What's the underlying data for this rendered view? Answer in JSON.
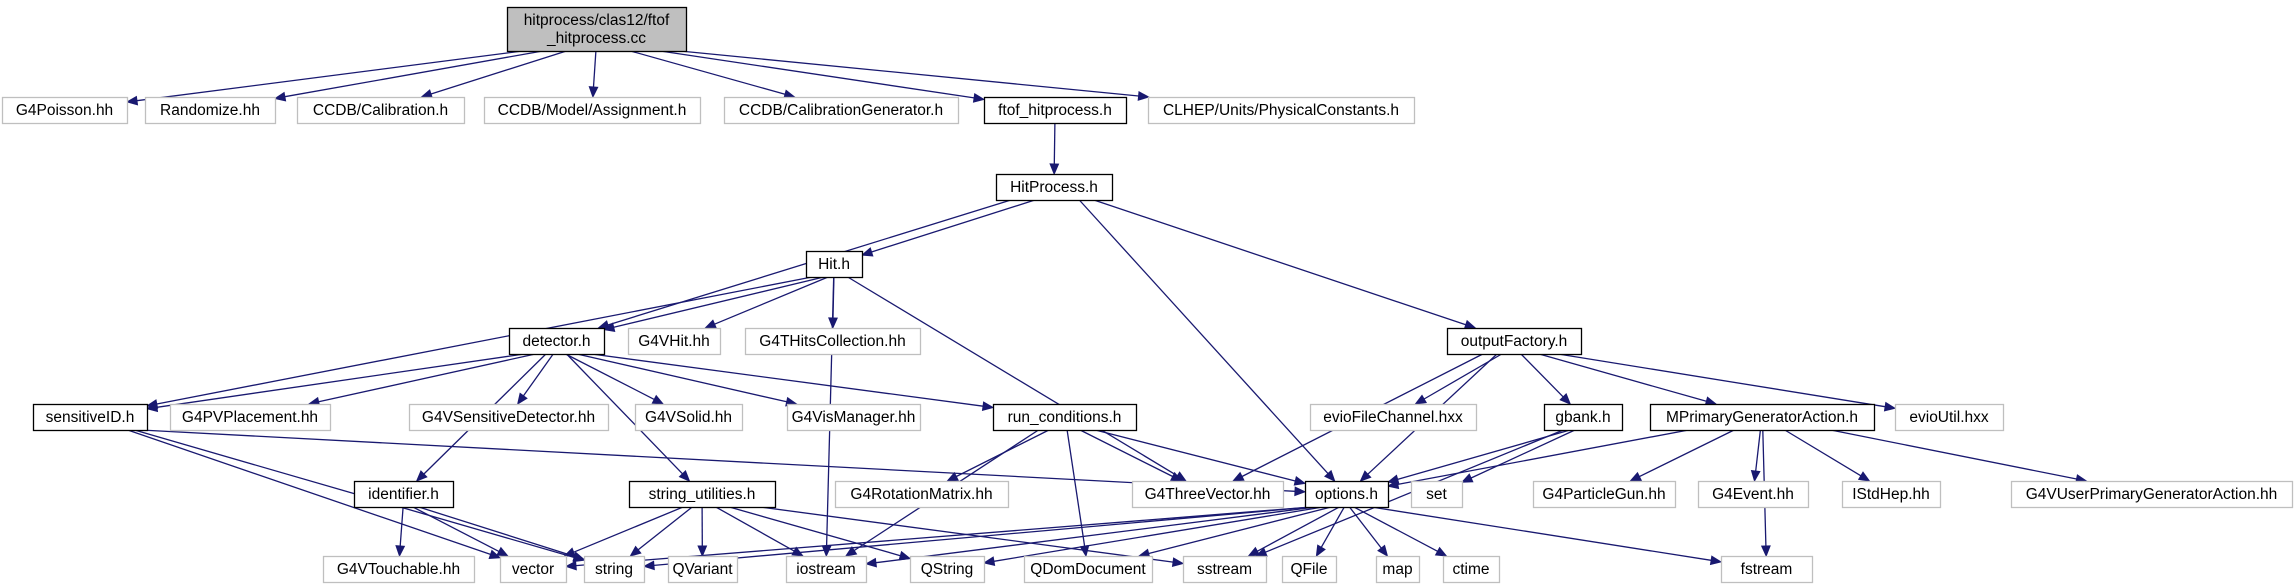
{
  "graph": {
    "title": "",
    "edge_color": "#191970",
    "root_fill": "#bfbfbf",
    "nodes": [
      {
        "id": "root",
        "lines": [
          "hitprocess/clas12/ftof",
          "_hitprocess.cc"
        ],
        "kind": "root"
      },
      {
        "id": "g4poisson",
        "lines": [
          "G4Poisson.hh"
        ],
        "kind": "external"
      },
      {
        "id": "randomize",
        "lines": [
          "Randomize.hh"
        ],
        "kind": "external"
      },
      {
        "id": "ccdb_calibration",
        "lines": [
          "CCDB/Calibration.h"
        ],
        "kind": "external"
      },
      {
        "id": "ccdb_assignment",
        "lines": [
          "CCDB/Model/Assignment.h"
        ],
        "kind": "external"
      },
      {
        "id": "ccdb_calibgen",
        "lines": [
          "CCDB/CalibrationGenerator.h"
        ],
        "kind": "external"
      },
      {
        "id": "ftof_hitprocess_h",
        "lines": [
          "ftof_hitprocess.h"
        ],
        "kind": "documented"
      },
      {
        "id": "clhep_units",
        "lines": [
          "CLHEP/Units/PhysicalConstants.h"
        ],
        "kind": "external"
      },
      {
        "id": "hitprocess_h",
        "lines": [
          "HitProcess.h"
        ],
        "kind": "documented"
      },
      {
        "id": "hit_h",
        "lines": [
          "Hit.h"
        ],
        "kind": "documented"
      },
      {
        "id": "detector_h",
        "lines": [
          "detector.h"
        ],
        "kind": "documented"
      },
      {
        "id": "g4vhit",
        "lines": [
          "G4VHit.hh"
        ],
        "kind": "external"
      },
      {
        "id": "g4thitscollection",
        "lines": [
          "G4THitsCollection.hh"
        ],
        "kind": "external"
      },
      {
        "id": "outputfactory_h",
        "lines": [
          "outputFactory.h"
        ],
        "kind": "documented"
      },
      {
        "id": "sensitiveid_h",
        "lines": [
          "sensitiveID.h"
        ],
        "kind": "documented"
      },
      {
        "id": "g4pvplacement",
        "lines": [
          "G4PVPlacement.hh"
        ],
        "kind": "external"
      },
      {
        "id": "g4vsensitivedetector",
        "lines": [
          "G4VSensitiveDetector.hh"
        ],
        "kind": "external"
      },
      {
        "id": "g4vsolid",
        "lines": [
          "G4VSolid.hh"
        ],
        "kind": "external"
      },
      {
        "id": "g4vismanager",
        "lines": [
          "G4VisManager.hh"
        ],
        "kind": "external"
      },
      {
        "id": "run_conditions_h",
        "lines": [
          "run_conditions.h"
        ],
        "kind": "documented"
      },
      {
        "id": "eviofilechannel",
        "lines": [
          "evioFileChannel.hxx"
        ],
        "kind": "external"
      },
      {
        "id": "gbank_h",
        "lines": [
          "gbank.h"
        ],
        "kind": "documented"
      },
      {
        "id": "mprimarygeneratoraction_h",
        "lines": [
          "MPrimaryGeneratorAction.h"
        ],
        "kind": "documented"
      },
      {
        "id": "evioutil",
        "lines": [
          "evioUtil.hxx"
        ],
        "kind": "external"
      },
      {
        "id": "identifier_h",
        "lines": [
          "identifier.h"
        ],
        "kind": "documented"
      },
      {
        "id": "string_utilities_h",
        "lines": [
          "string_utilities.h"
        ],
        "kind": "documented"
      },
      {
        "id": "g4rotationmatrix",
        "lines": [
          "G4RotationMatrix.hh"
        ],
        "kind": "external"
      },
      {
        "id": "g4threevector",
        "lines": [
          "G4ThreeVector.hh"
        ],
        "kind": "external"
      },
      {
        "id": "options_h",
        "lines": [
          "options.h"
        ],
        "kind": "documented"
      },
      {
        "id": "set",
        "lines": [
          "set"
        ],
        "kind": "external"
      },
      {
        "id": "g4particlegun",
        "lines": [
          "G4ParticleGun.hh"
        ],
        "kind": "external"
      },
      {
        "id": "g4event",
        "lines": [
          "G4Event.hh"
        ],
        "kind": "external"
      },
      {
        "id": "istdhep",
        "lines": [
          "IStdHep.hh"
        ],
        "kind": "external"
      },
      {
        "id": "g4vuserprimarygeneratoraction",
        "lines": [
          "G4VUserPrimaryGeneratorAction.hh"
        ],
        "kind": "external"
      },
      {
        "id": "g4vtouchable",
        "lines": [
          "G4VTouchable.hh"
        ],
        "kind": "external"
      },
      {
        "id": "vector",
        "lines": [
          "vector"
        ],
        "kind": "external"
      },
      {
        "id": "string",
        "lines": [
          "string"
        ],
        "kind": "external"
      },
      {
        "id": "qvariant",
        "lines": [
          "QVariant"
        ],
        "kind": "external"
      },
      {
        "id": "iostream",
        "lines": [
          "iostream"
        ],
        "kind": "external"
      },
      {
        "id": "qstring",
        "lines": [
          "QString"
        ],
        "kind": "external"
      },
      {
        "id": "qdomdocument",
        "lines": [
          "QDomDocument"
        ],
        "kind": "external"
      },
      {
        "id": "sstream",
        "lines": [
          "sstream"
        ],
        "kind": "external"
      },
      {
        "id": "qfile",
        "lines": [
          "QFile"
        ],
        "kind": "external"
      },
      {
        "id": "map",
        "lines": [
          "map"
        ],
        "kind": "external"
      },
      {
        "id": "ctime",
        "lines": [
          "ctime"
        ],
        "kind": "external"
      },
      {
        "id": "fstream",
        "lines": [
          "fstream"
        ],
        "kind": "external"
      }
    ],
    "edges": [
      [
        "root",
        "g4poisson"
      ],
      [
        "root",
        "randomize"
      ],
      [
        "root",
        "ccdb_calibration"
      ],
      [
        "root",
        "ccdb_assignment"
      ],
      [
        "root",
        "ccdb_calibgen"
      ],
      [
        "root",
        "ftof_hitprocess_h"
      ],
      [
        "root",
        "clhep_units"
      ],
      [
        "ftof_hitprocess_h",
        "hitprocess_h"
      ],
      [
        "hitprocess_h",
        "hit_h"
      ],
      [
        "hitprocess_h",
        "detector_h"
      ],
      [
        "hitprocess_h",
        "outputfactory_h"
      ],
      [
        "hitprocess_h",
        "options_h"
      ],
      [
        "hit_h",
        "detector_h"
      ],
      [
        "hit_h",
        "g4vhit"
      ],
      [
        "hit_h",
        "g4thitscollection"
      ],
      [
        "hit_h",
        "sensitiveid_h"
      ],
      [
        "hit_h",
        "g4threevector"
      ],
      [
        "hit_h",
        "iostream"
      ],
      [
        "detector_h",
        "sensitiveid_h"
      ],
      [
        "detector_h",
        "g4pvplacement"
      ],
      [
        "detector_h",
        "g4vsensitivedetector"
      ],
      [
        "detector_h",
        "g4vsolid"
      ],
      [
        "detector_h",
        "g4vismanager"
      ],
      [
        "detector_h",
        "run_conditions_h"
      ],
      [
        "detector_h",
        "identifier_h"
      ],
      [
        "detector_h",
        "string_utilities_h"
      ],
      [
        "sensitiveid_h",
        "options_h"
      ],
      [
        "sensitiveid_h",
        "vector"
      ],
      [
        "sensitiveid_h",
        "string"
      ],
      [
        "run_conditions_h",
        "g4rotationmatrix"
      ],
      [
        "run_conditions_h",
        "g4threevector"
      ],
      [
        "run_conditions_h",
        "options_h"
      ],
      [
        "run_conditions_h",
        "iostream"
      ],
      [
        "run_conditions_h",
        "qdomdocument"
      ],
      [
        "outputfactory_h",
        "eviofilechannel"
      ],
      [
        "outputfactory_h",
        "gbank_h"
      ],
      [
        "outputfactory_h",
        "mprimarygeneratoraction_h"
      ],
      [
        "outputfactory_h",
        "evioutil"
      ],
      [
        "outputfactory_h",
        "g4threevector"
      ],
      [
        "outputfactory_h",
        "options_h"
      ],
      [
        "gbank_h",
        "options_h"
      ],
      [
        "gbank_h",
        "set"
      ],
      [
        "gbank_h",
        "sstream"
      ],
      [
        "mprimarygeneratoraction_h",
        "options_h"
      ],
      [
        "mprimarygeneratoraction_h",
        "g4particlegun"
      ],
      [
        "mprimarygeneratoraction_h",
        "g4event"
      ],
      [
        "mprimarygeneratoraction_h",
        "istdhep"
      ],
      [
        "mprimarygeneratoraction_h",
        "g4vuserprimarygeneratoraction"
      ],
      [
        "mprimarygeneratoraction_h",
        "fstream"
      ],
      [
        "identifier_h",
        "g4vtouchable"
      ],
      [
        "identifier_h",
        "vector"
      ],
      [
        "identifier_h",
        "string"
      ],
      [
        "string_utilities_h",
        "vector"
      ],
      [
        "string_utilities_h",
        "string"
      ],
      [
        "string_utilities_h",
        "qvariant"
      ],
      [
        "string_utilities_h",
        "iostream"
      ],
      [
        "string_utilities_h",
        "qstring"
      ],
      [
        "string_utilities_h",
        "sstream"
      ],
      [
        "options_h",
        "vector"
      ],
      [
        "options_h",
        "string"
      ],
      [
        "options_h",
        "iostream"
      ],
      [
        "options_h",
        "qstring"
      ],
      [
        "options_h",
        "qdomdocument"
      ],
      [
        "options_h",
        "sstream"
      ],
      [
        "options_h",
        "qfile"
      ],
      [
        "options_h",
        "map"
      ],
      [
        "options_h",
        "ctime"
      ],
      [
        "options_h",
        "fstream"
      ]
    ]
  }
}
